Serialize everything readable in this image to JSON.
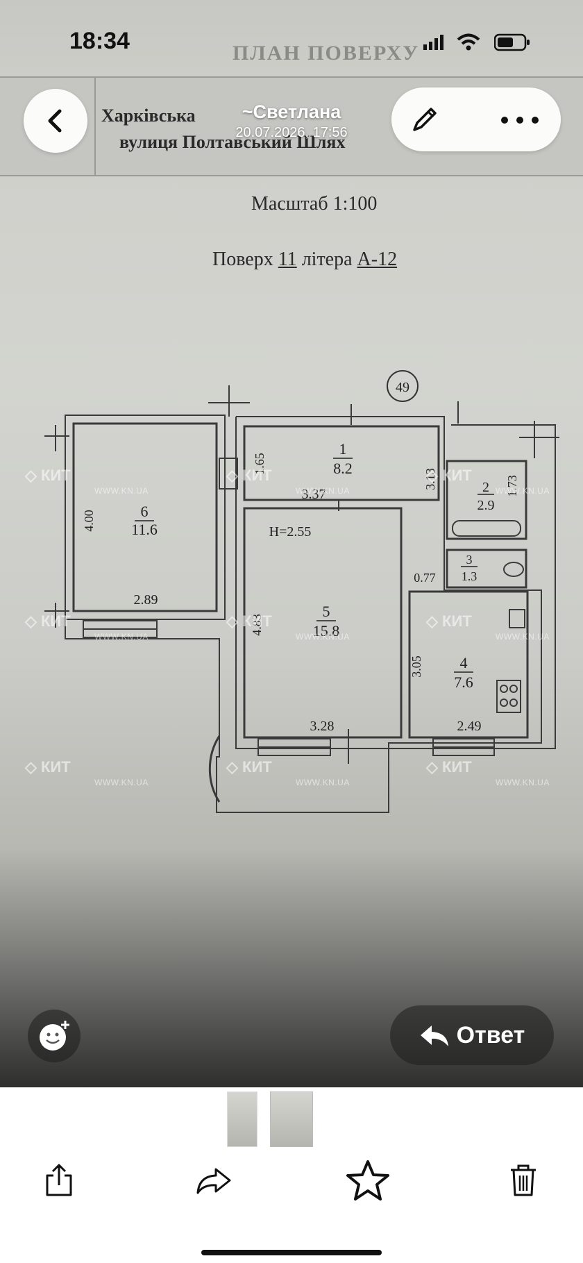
{
  "status_bar": {
    "time": "18:34"
  },
  "header": {
    "sender_name": "~Светлана",
    "sent_at": "20.07.2026, 17:56"
  },
  "document": {
    "top_title": "ПЛАН ПОВЕРХУ",
    "address_line1": "Харківська",
    "address_line2": "вулиця Полтавський Шлях",
    "scale": "Масштаб 1:100",
    "floor_prefix": "Поверх",
    "floor_number": "11",
    "litera_prefix": "літера",
    "litera_value": "А-12",
    "building_mark": "49",
    "ceiling_height": "Н=2.55",
    "rooms": [
      {
        "number": "1",
        "area": "8.2"
      },
      {
        "number": "2",
        "area": "2.9"
      },
      {
        "number": "3",
        "area": "1.3"
      },
      {
        "number": "4",
        "area": "7.6"
      },
      {
        "number": "5",
        "area": "15.8"
      },
      {
        "number": "6",
        "area": "11.6"
      }
    ],
    "dims": {
      "room6_height": "4.00",
      "room6_width": "2.89",
      "room1_height": "1.65",
      "room1_width": "3.37",
      "room2_height_a": "3.13",
      "room2_height_b": "1.73",
      "room5_height": "4.83",
      "room5_width": "3.28",
      "room3_width": "0.77",
      "room4_height": "3.05",
      "room4_width": "2.49"
    },
    "watermark_brand": "КИТ",
    "watermark_site": "WWW.KN.UA"
  },
  "actions": {
    "reply_label": "Ответ"
  },
  "icons": {
    "back": "chevron-left-icon",
    "edit": "pencil-icon",
    "more": "more-dots-icon",
    "emoji": "add-reaction-icon",
    "reply": "reply-arrow-icon",
    "share": "share-icon",
    "forward": "forward-icon",
    "star": "star-icon",
    "delete": "trash-icon"
  }
}
